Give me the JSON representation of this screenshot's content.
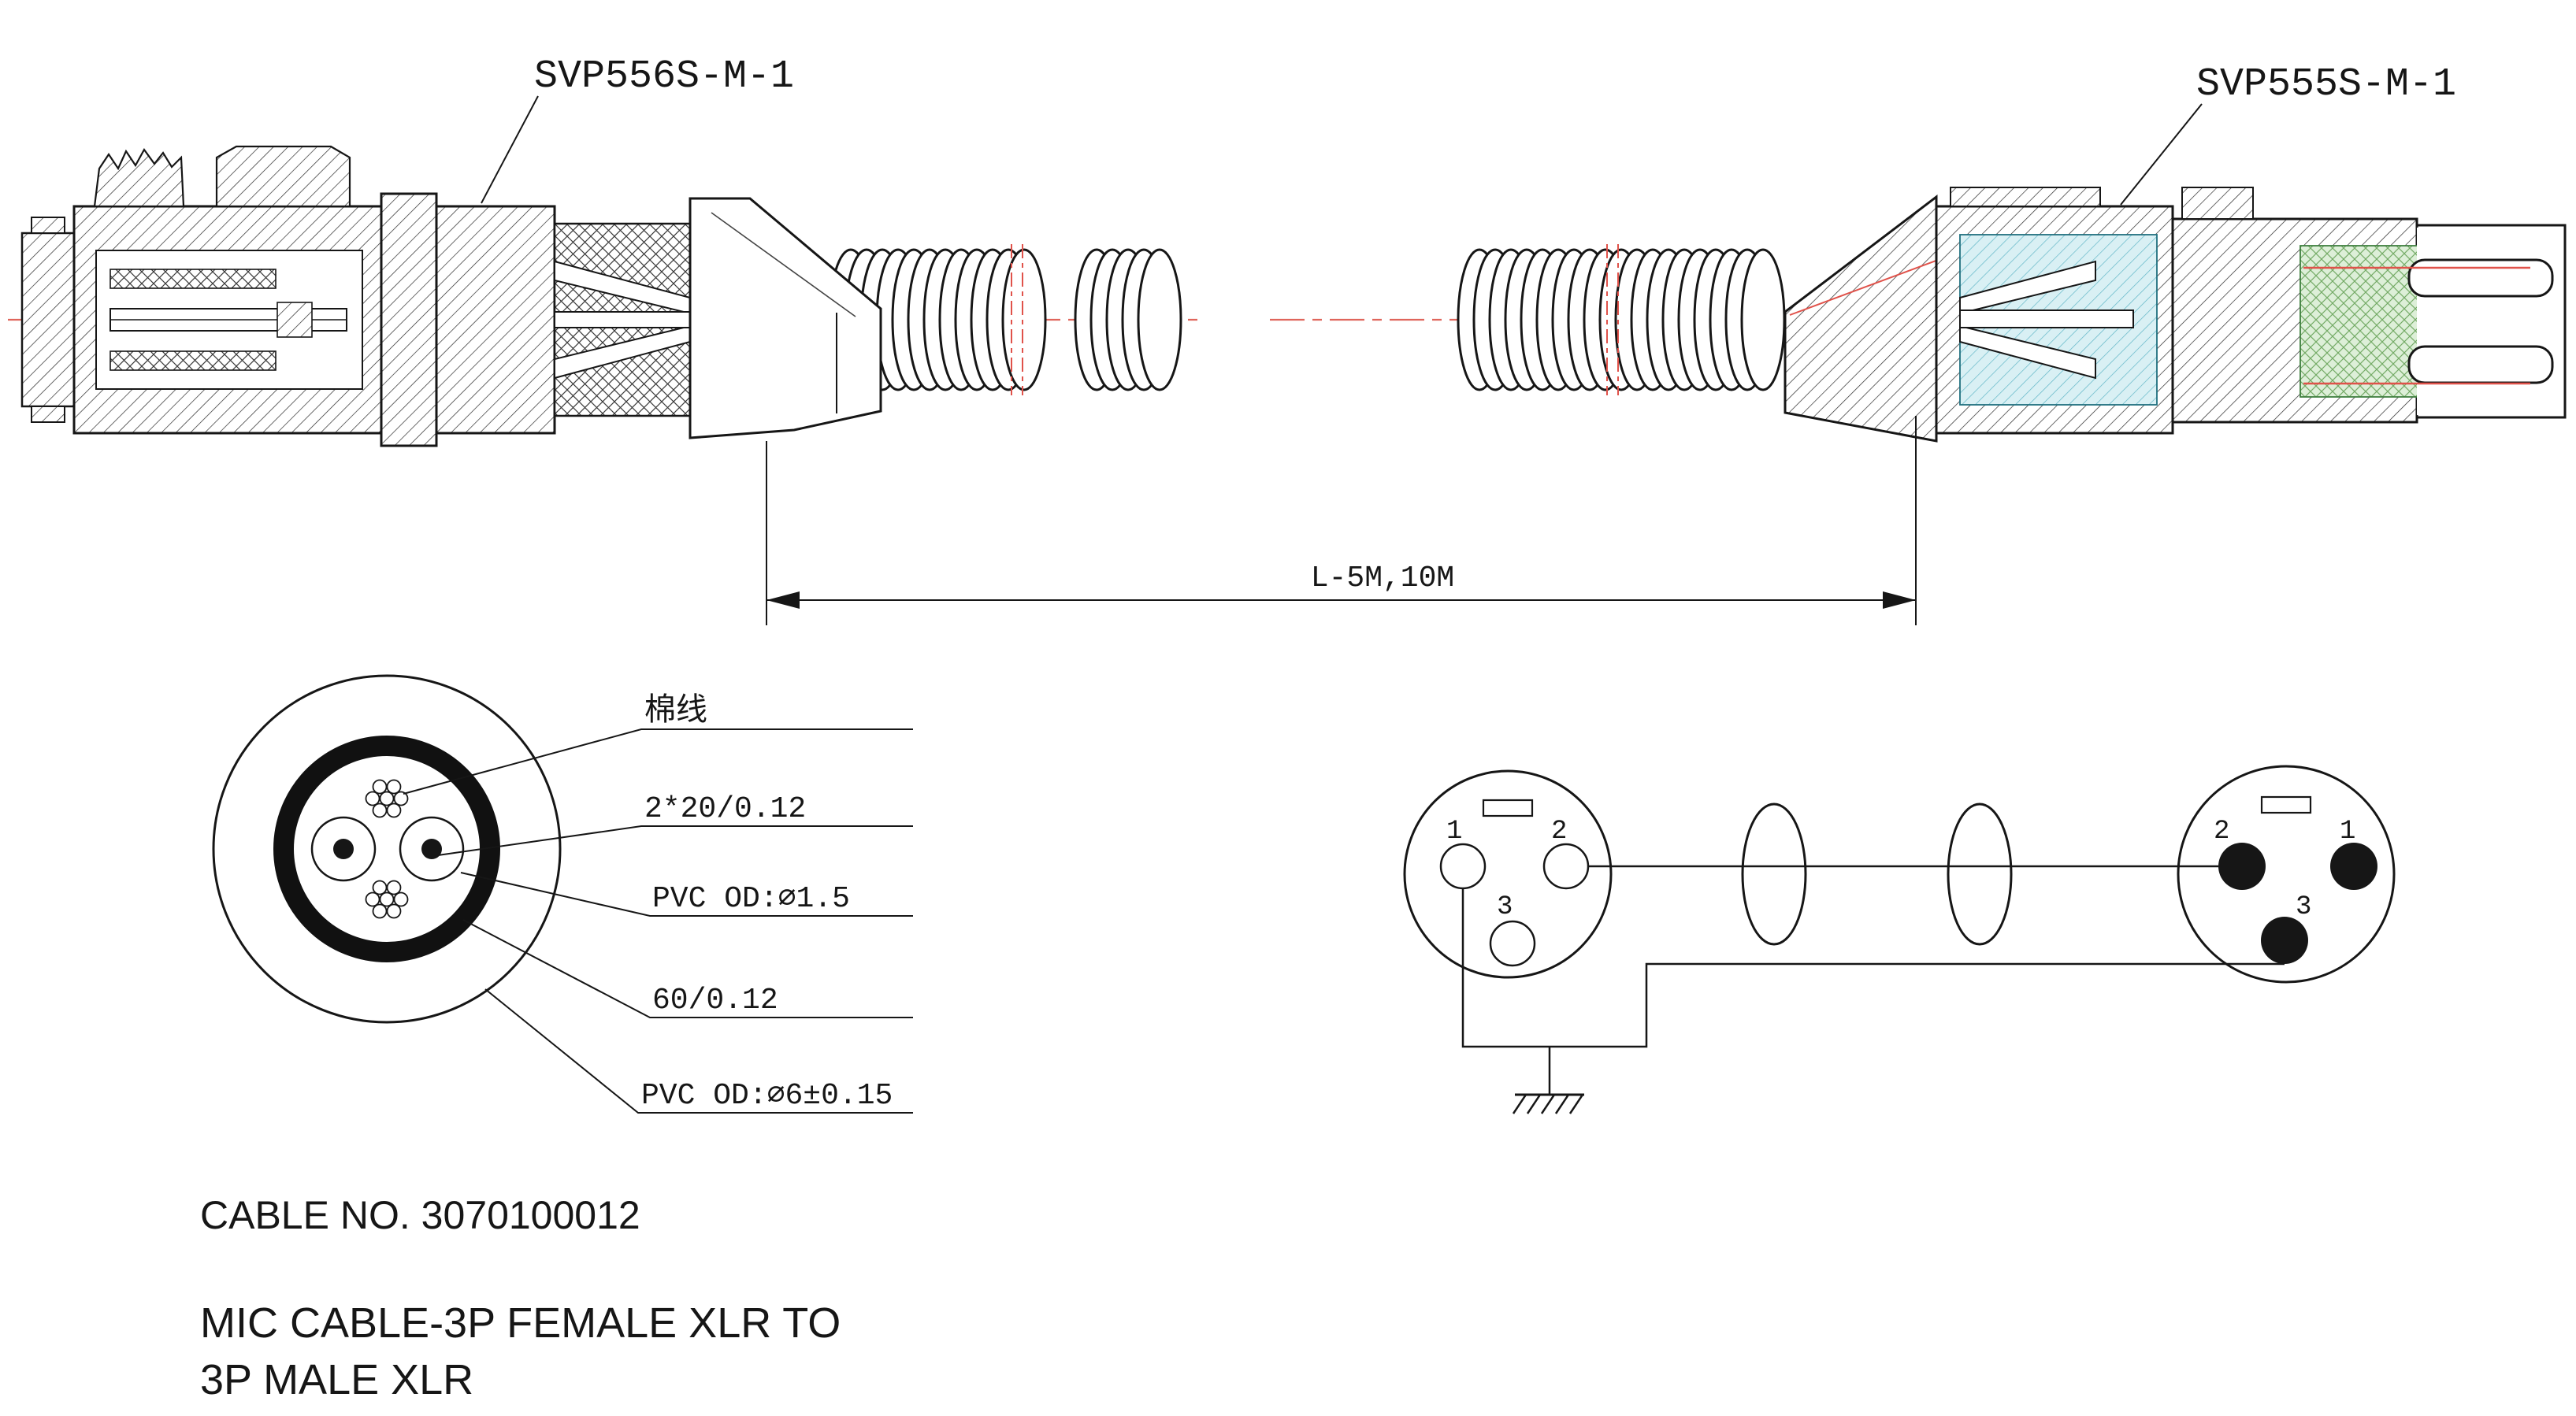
{
  "labels": {
    "left_connector": "SVP556S-M-1",
    "right_connector": "SVP555S-M-1"
  },
  "dimension": {
    "label": "L-5M,10M"
  },
  "cross_section": {
    "callouts": [
      {
        "label": "棉线"
      },
      {
        "label": "2*20/0.12"
      },
      {
        "label": "PVC OD:∅1.5"
      },
      {
        "label": "60/0.12"
      },
      {
        "label": "PVC OD:∅6±0.15"
      }
    ]
  },
  "schematic": {
    "left_connector": {
      "pins": [
        "1",
        "2",
        "3"
      ]
    },
    "right_connector": {
      "pins": [
        "2",
        "1",
        "3"
      ]
    }
  },
  "title_block": {
    "cable_no": "CABLE NO. 3070100012",
    "description_line1": "MIC CABLE-3P FEMALE XLR TO",
    "description_line2": "3P MALE XLR"
  },
  "colors": {
    "ink": "#161616",
    "centerline_red": "#e0665c",
    "detail_red": "#e0524a",
    "cyan_fill": "#d9f0f4",
    "green_fill": "#ddefd8"
  }
}
